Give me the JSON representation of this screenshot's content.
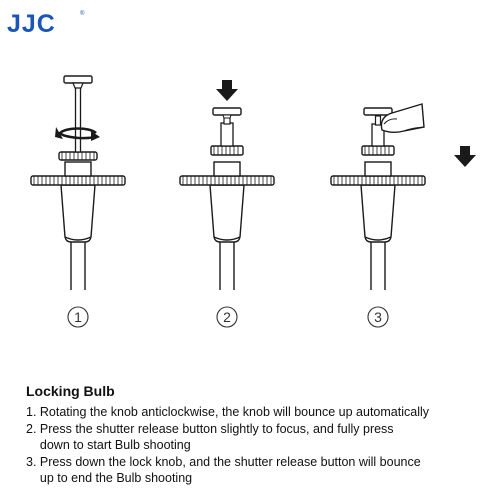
{
  "logo": {
    "text": "JJC",
    "mark": "®",
    "color": "#1a56b8"
  },
  "figures": [
    {
      "label": "1",
      "icons": [
        "rotate-arrow-icon"
      ]
    },
    {
      "label": "2",
      "icons": [
        "press-arrow-icon"
      ]
    },
    {
      "label": "3",
      "icons": [
        "finger-icon",
        "press-arrow-icon"
      ]
    }
  ],
  "instructions": {
    "title": "Locking Bulb",
    "steps": [
      "1. Rotating the knob anticlockwise, the knob will bounce up automatically",
      "2. Press the shutter release button slightly to focus, and fully press\n    down to start Bulb shooting",
      "3. Press down the lock knob, and the shutter release button will bounce\n    up to end the Bulb shooting"
    ]
  }
}
